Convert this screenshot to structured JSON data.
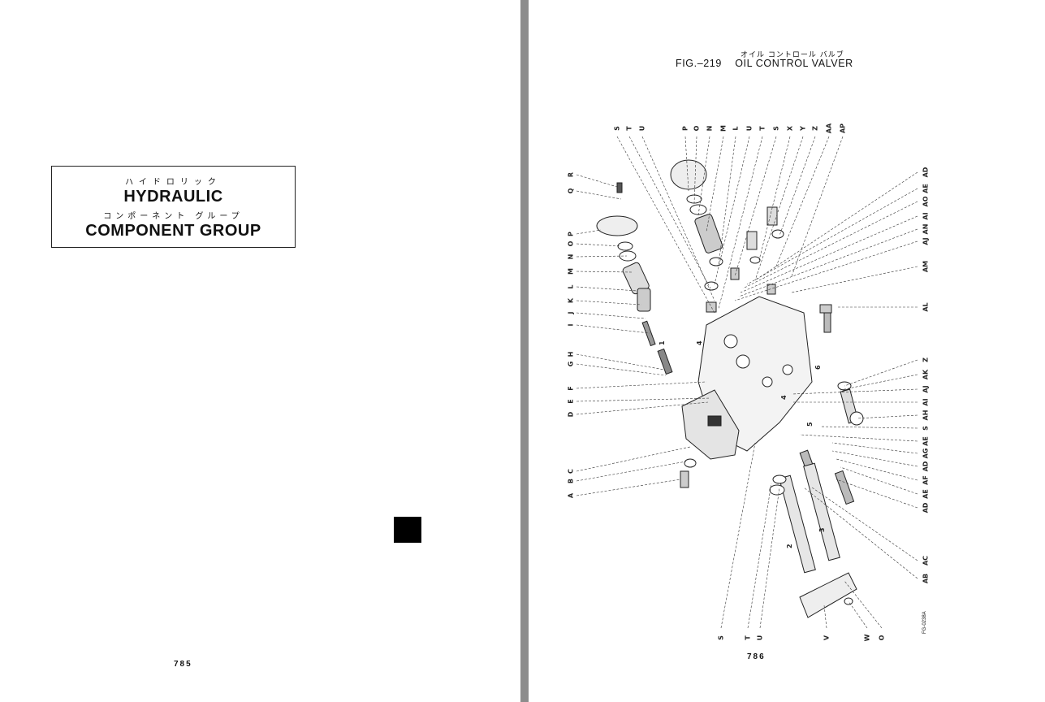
{
  "left_page": {
    "box": {
      "jp_line1": "ハイドロリック",
      "en_line1": "HYDRAULIC",
      "jp_line2": "コンポーネント グループ",
      "en_line2": "COMPONENT GROUP"
    },
    "page_number": "785"
  },
  "right_page": {
    "figure_jp": "オイル コントロール バルブ",
    "figure_title": "FIG.–219    OIL CONTROL VALVER",
    "page_number": "786",
    "figure_code": "FG-0238A",
    "labels": {
      "top": [
        "S",
        "T",
        "U",
        "P",
        "O",
        "N",
        "M",
        "L",
        "U",
        "T",
        "S",
        "X",
        "Y",
        "Z",
        "AA",
        "AP"
      ],
      "left": [
        "R",
        "Q",
        "P",
        "O",
        "N",
        "M",
        "L",
        "K",
        "J",
        "I",
        "H",
        "G",
        "F",
        "E",
        "D",
        "C",
        "B",
        "A"
      ],
      "right": [
        "AD",
        "AE",
        "AO",
        "AI",
        "AN",
        "AJ",
        "AM",
        "AL",
        "Z",
        "AK",
        "AJ",
        "AI",
        "AH",
        "S",
        "AE",
        "AG",
        "AD",
        "AF",
        "AE",
        "AD",
        "AC",
        "AB"
      ],
      "bottom": [
        "S",
        "T",
        "U",
        "V",
        "W",
        "O"
      ],
      "callouts": [
        "4",
        "5",
        "6",
        "1",
        "2",
        "3",
        "4"
      ]
    }
  }
}
